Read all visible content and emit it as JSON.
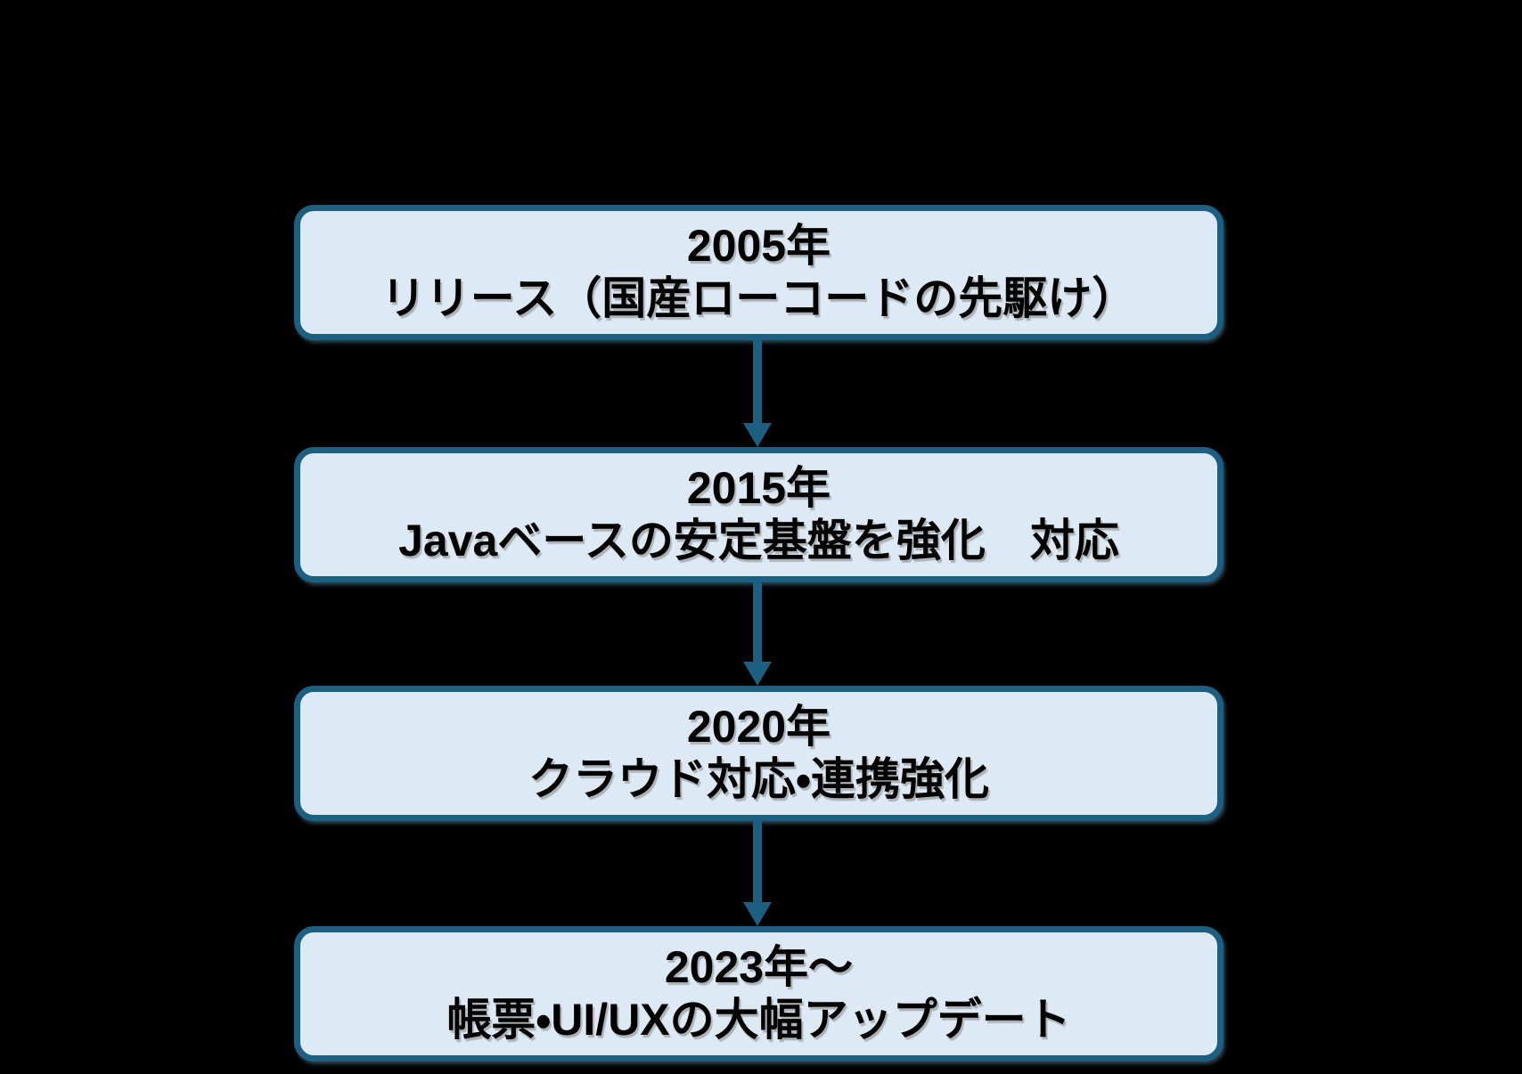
{
  "timeline": {
    "colors": {
      "background": "#000000",
      "box_fill": "#dde9f5",
      "box_border": "#1d5f80",
      "arrow_color": "#1d5f80",
      "text_color": "#000000"
    },
    "steps": [
      {
        "year": "2005年",
        "description": "リリース（国産ローコードの先駆け）"
      },
      {
        "year": "2015年",
        "description": "Javaベースの安定基盤を強化　対応"
      },
      {
        "year": "2020年",
        "description": "クラウド対応・連携強化"
      },
      {
        "year": "2023年～",
        "description": "帳票・UI/UXの大幅アップデート"
      }
    ]
  }
}
